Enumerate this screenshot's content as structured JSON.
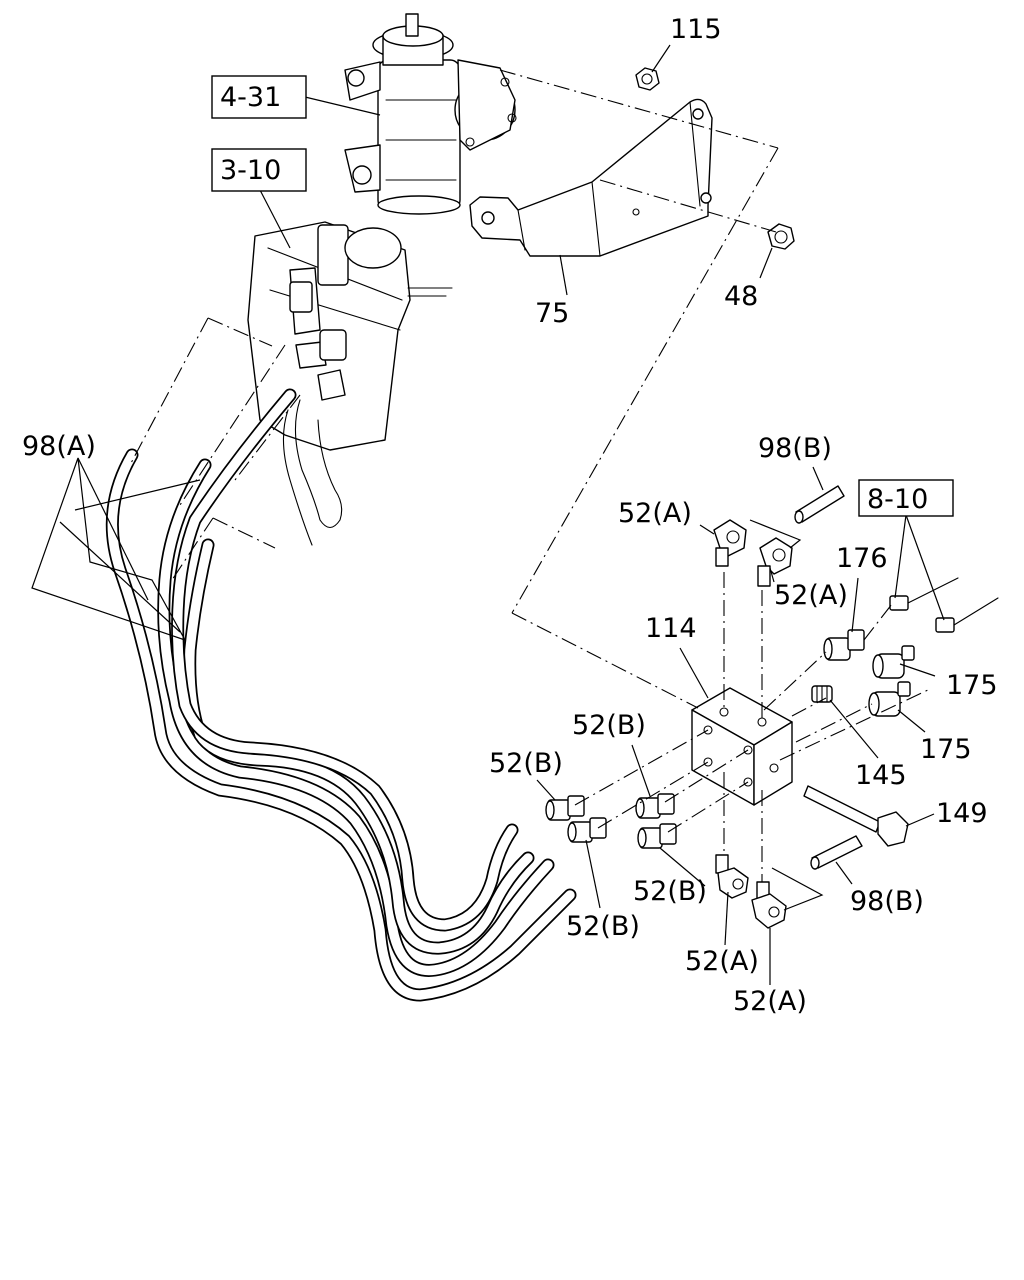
{
  "references": {
    "ref_4_31": "4-31",
    "ref_3_10": "3-10",
    "ref_8_10": "8-10"
  },
  "labels": {
    "l115": "115",
    "l75": "75",
    "l48": "48",
    "l98a": "98(A)",
    "l98b_top": "98(B)",
    "l98b_bot": "98(B)",
    "l52a_1": "52(A)",
    "l52a_2": "52(A)",
    "l52a_3": "52(A)",
    "l52a_4": "52(A)",
    "l52b_1": "52(B)",
    "l52b_2": "52(B)",
    "l52b_3": "52(B)",
    "l52b_4": "52(B)",
    "l114": "114",
    "l176": "176",
    "l175_1": "175",
    "l175_2": "175",
    "l145": "145",
    "l149": "149"
  }
}
